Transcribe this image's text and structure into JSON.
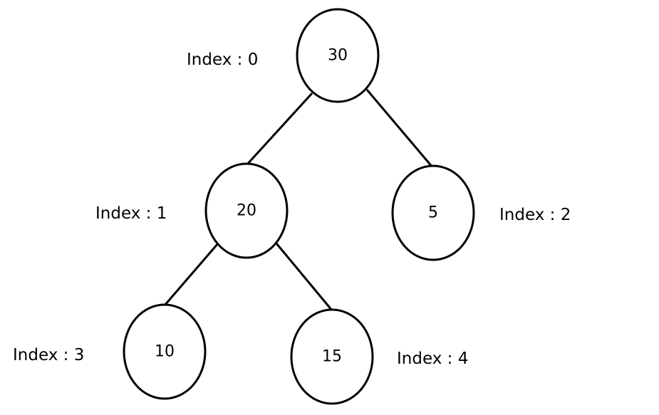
{
  "nodes": [
    {
      "id": "n0",
      "value": "30",
      "index_label": "Index : 0"
    },
    {
      "id": "n1",
      "value": "20",
      "index_label": "Index : 1"
    },
    {
      "id": "n2",
      "value": "5",
      "index_label": "Index : 2"
    },
    {
      "id": "n3",
      "value": "10",
      "index_label": "Index : 3"
    },
    {
      "id": "n4",
      "value": "15",
      "index_label": "Index : 4"
    }
  ],
  "edges": [
    {
      "from": "n0",
      "to": "n1"
    },
    {
      "from": "n0",
      "to": "n2"
    },
    {
      "from": "n1",
      "to": "n3"
    },
    {
      "from": "n1",
      "to": "n4"
    }
  ]
}
